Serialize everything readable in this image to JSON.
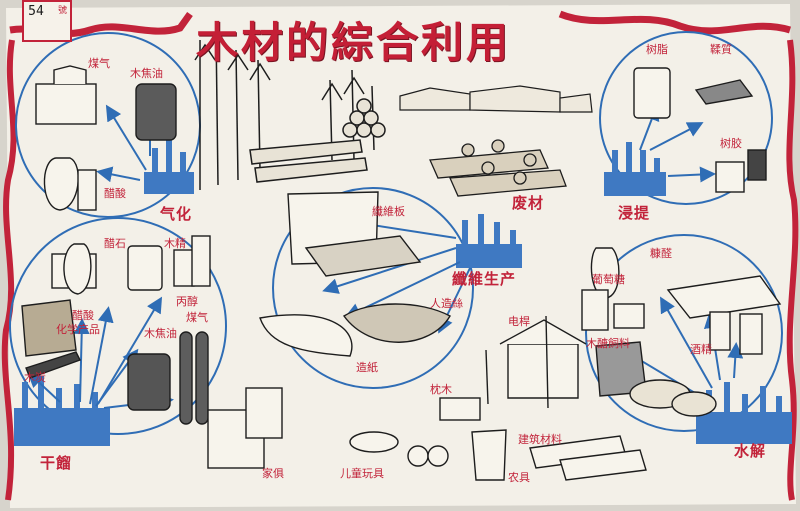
{
  "title": "木材的綜合利用",
  "stamp": {
    "number": "54",
    "text": "號"
  },
  "colors": {
    "red": "#c2233a",
    "blue": "#2f6db5",
    "ink": "#1d1d1d",
    "paper": "#f4f1ea"
  },
  "categories": {
    "gasify": "气化",
    "soak": "浸提",
    "fiber": "纖維生产",
    "waste": "废材",
    "dry": "干餾",
    "hydrolysis": "水解"
  },
  "labels": {
    "gas": "煤气",
    "tar_top": "木焦油",
    "vinegar_top": "醋酸",
    "resin": "树脂",
    "tannin": "鞣質",
    "gum": "树胶",
    "fiberboard": "纖維板",
    "rayon": "人造絲",
    "paper": "造紙",
    "pole": "电桿",
    "acetone": "醋石",
    "methanol": "木精",
    "acetic": "醋酸",
    "chem": "化学产品",
    "tar": "木焦油",
    "propane": "丙醇",
    "propane2": "煤气",
    "charcoal": "木炭",
    "furniture": "家俱",
    "toys": "儿童玩具",
    "sleeper": "枕木",
    "building": "建筑材料",
    "farm": "农具",
    "furfural": "糠醛",
    "glucose": "葡萄糖",
    "alcohol": "酒精",
    "feed": "木醣飼料"
  }
}
